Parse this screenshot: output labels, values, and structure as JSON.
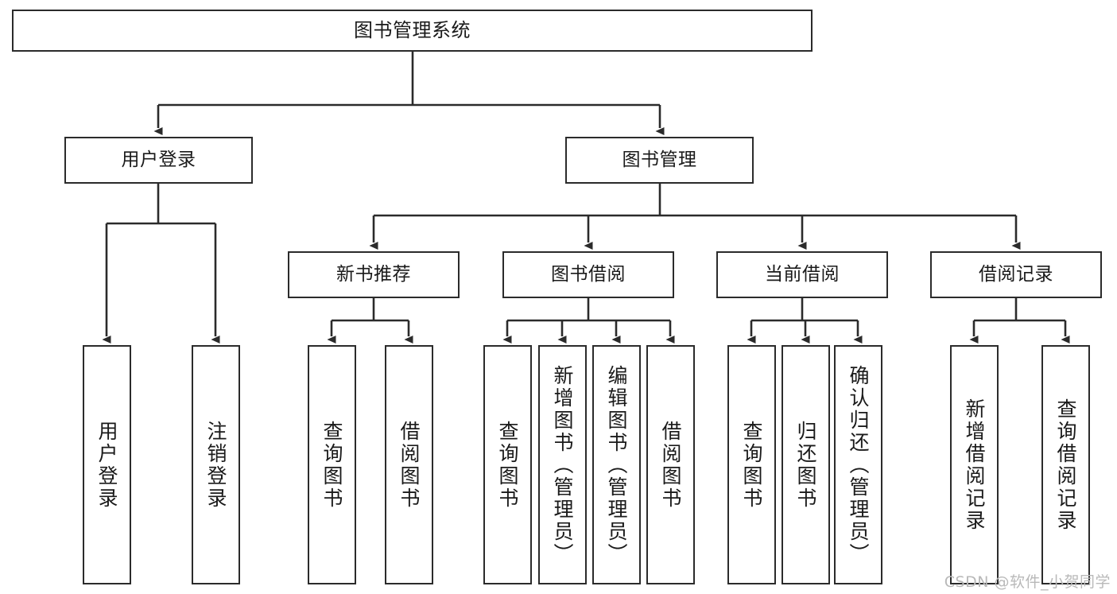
{
  "diagram": {
    "title": "图书管理系统",
    "type": "tree",
    "watermark": "CSDN @软件_小贺同学",
    "colors": {
      "node_border": "#2b2b2b",
      "node_fill": "#ffffff",
      "edge": "#2b2b2b",
      "text": "#1a1a1a",
      "watermark": "#b9b9b9"
    },
    "nodes": {
      "root": {
        "label": "图书管理系统"
      },
      "level2": [
        {
          "id": "user_login",
          "label": "用户登录"
        },
        {
          "id": "book_manage",
          "label": "图书管理"
        }
      ],
      "level3": [
        {
          "id": "new_book_rec",
          "label": "新书推荐"
        },
        {
          "id": "book_borrow",
          "label": "图书借阅"
        },
        {
          "id": "current_borrow",
          "label": "当前借阅"
        },
        {
          "id": "borrow_record",
          "label": "借阅记录"
        }
      ],
      "leaves": {
        "user_login": [
          {
            "id": "leaf_user_login",
            "label": "用户登录"
          },
          {
            "id": "leaf_user_logout",
            "label": "注销登录"
          }
        ],
        "new_book_rec": [
          {
            "id": "leaf_query_book_1",
            "label": "查询图书"
          },
          {
            "id": "leaf_borrow_book_1",
            "label": "借阅图书"
          }
        ],
        "book_borrow": [
          {
            "id": "leaf_query_book_2",
            "label": "查询图书"
          },
          {
            "id": "leaf_add_book",
            "label": "新增图书（管理员）"
          },
          {
            "id": "leaf_edit_book",
            "label": "编辑图书（管理员）"
          },
          {
            "id": "leaf_borrow_book_2",
            "label": "借阅图书"
          }
        ],
        "current_borrow": [
          {
            "id": "leaf_query_book_3",
            "label": "查询图书"
          },
          {
            "id": "leaf_return_book",
            "label": "归还图书"
          },
          {
            "id": "leaf_confirm_return",
            "label": "确认归还（管理员）"
          }
        ],
        "borrow_record": [
          {
            "id": "leaf_add_record",
            "label": "新增借阅记录"
          },
          {
            "id": "leaf_query_record",
            "label": "查询借阅记录"
          }
        ]
      }
    }
  }
}
